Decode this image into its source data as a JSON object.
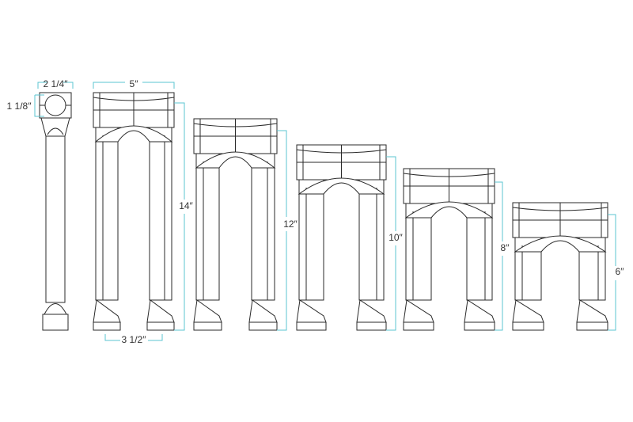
{
  "colors": {
    "outline": "#2a2a2a",
    "dimension": "#5bc4d1",
    "fill": "#ffffff"
  },
  "side_view": {
    "width_label": "2 1/4″",
    "clamp_label": "1 1/8″"
  },
  "front_dims": {
    "top_width_label": "5″",
    "leg_spacing_label": "3 1/2″"
  },
  "risers": [
    {
      "height_in": 14,
      "label": "14″"
    },
    {
      "height_in": 12,
      "label": "12″"
    },
    {
      "height_in": 10,
      "label": "10″"
    },
    {
      "height_in": 8,
      "label": "8″"
    },
    {
      "height_in": 6,
      "label": "6″"
    }
  ]
}
